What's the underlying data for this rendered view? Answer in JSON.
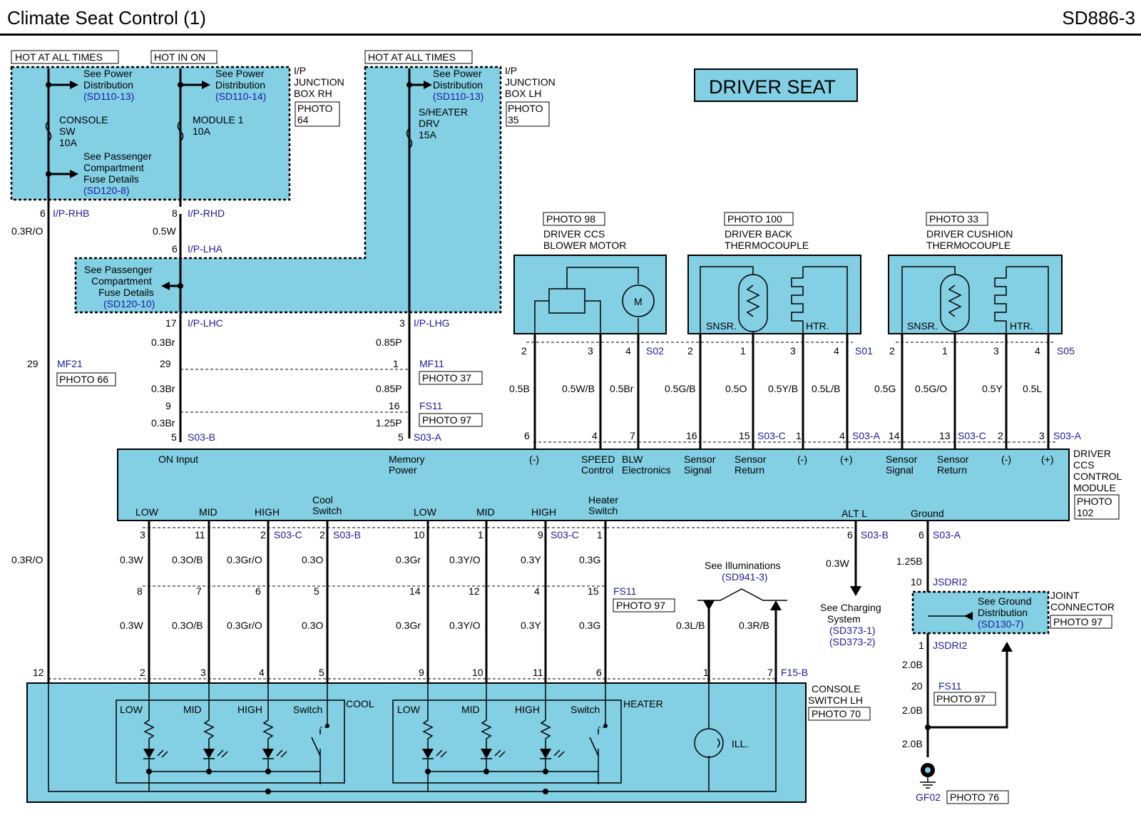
{
  "header": {
    "title": "Climate Seat Control (1)",
    "code": "SD886-3"
  },
  "banner": "DRIVER SEAT",
  "supply": {
    "hot_label_1": "HOT AT ALL TIMES",
    "hot_label_2": "HOT IN ON",
    "hot_label_3": "HOT AT ALL TIMES",
    "see_power": "See Power",
    "distribution": "Distribution",
    "ref_1": "(SD110-13)",
    "ref_2": "(SD110-14)",
    "ref_3": "(SD110-13)",
    "fuse_console": [
      "CONSOLE",
      "SW",
      "10A"
    ],
    "fuse_module": [
      "MODULE 1",
      "10A"
    ],
    "fuse_sheater": [
      "S/HEATER",
      "DRV",
      "15A"
    ],
    "see_pass_1": [
      "See Passenger",
      "Compartment",
      "Fuse Details"
    ],
    "see_pass_1_ref": "(SD120-8)",
    "see_pass_2": [
      "See Passenger",
      "Compartment",
      "Fuse Details"
    ],
    "see_pass_2_ref": "(SD120-10)",
    "jb_rh": [
      "I/P",
      "JUNCTION",
      "BOX RH"
    ],
    "jb_rh_photo": [
      "PHOTO",
      "64"
    ],
    "jb_lh": [
      "I/P",
      "JUNCTION",
      "BOX LH"
    ],
    "jb_lh_photo": [
      "PHOTO",
      "35"
    ]
  },
  "connectors": {
    "rhb": "I/P-RHB",
    "rhd": "I/P-RHD",
    "lha": "I/P-LHA",
    "lhc": "I/P-LHC",
    "lhg": "I/P-LHG",
    "mf21": "MF21",
    "mf21_photo": "PHOTO 66",
    "mf11": "MF11",
    "mf11_photo": "PHOTO 37",
    "fs11": "FS11",
    "fs11_photo": "PHOTO 97",
    "s03b": "S03-B",
    "s03a": "S03-A",
    "s03c": "S03-C",
    "s02": "S02",
    "s01": "S01",
    "s05": "S05",
    "f15b": "F15-B",
    "jsdri2": "JSDRI2"
  },
  "pins": {
    "p6": "6",
    "p8": "8",
    "p6b": "6",
    "p17": "17",
    "p3": "3",
    "p29": "29",
    "p29b": "29",
    "p1": "1",
    "p9": "9",
    "p16": "16",
    "p5": "5",
    "p5b": "5",
    "bm": [
      "2",
      "3",
      "4"
    ],
    "bt": [
      "2",
      "1",
      "3",
      "4"
    ],
    "ct": [
      "2",
      "1",
      "3",
      "4"
    ],
    "top": [
      "6",
      "4",
      "7",
      "16",
      "15",
      "1",
      "4",
      "14",
      "13",
      "2",
      "3"
    ],
    "bot_a": [
      "3",
      "11",
      "2",
      "2",
      "10",
      "1",
      "9",
      "1",
      "6",
      "6"
    ],
    "bot_b": [
      "8",
      "7",
      "6",
      "5",
      "14",
      "12",
      "4",
      "15"
    ],
    "cs": [
      "12",
      "2",
      "3",
      "4",
      "5",
      "9",
      "10",
      "11",
      "6",
      "1",
      "7"
    ],
    "j10": "10",
    "j1": "1",
    "j20": "20"
  },
  "wires": {
    "w_rhb": "0.3R/O",
    "w_rhd": "0.5W",
    "w_lhc": "0.3Br",
    "w_lhg": "0.85P",
    "w_mid1": "0.3Br",
    "w_mid2": "0.85P",
    "w_b1": "0.3Br",
    "w_b2": "1.25P",
    "motor": [
      "0.5B",
      "0.5W/B",
      "0.5Br"
    ],
    "back": [
      "0.5G/B",
      "0.5O",
      "0.5Y/B",
      "0.5L/B"
    ],
    "cush": [
      "0.5G",
      "0.5G/O",
      "0.5Y",
      "0.5L"
    ],
    "left_long": "0.3R/O",
    "row1": [
      "0.3W",
      "0.3O/B",
      "0.3Gr/O",
      "0.3O",
      "0.3Gr",
      "0.3Y/O",
      "0.3Y",
      "0.3G"
    ],
    "row2": [
      "0.3W",
      "0.3O/B",
      "0.3Gr/O",
      "0.3O",
      "0.3Gr",
      "0.3Y/O",
      "0.3Y",
      "0.3G"
    ],
    "alt": "0.3W",
    "gnd1": "1.25B",
    "gnd2": "2.0B",
    "gnd3": "2.0B",
    "gnd4": "2.0B",
    "ill1": "0.3L/B",
    "ill2": "0.3R/B"
  },
  "components": {
    "motor_photo": "PHOTO 98",
    "motor_name": [
      "DRIVER CCS",
      "BLOWER MOTOR"
    ],
    "motor_m": "M",
    "back_photo": "PHOTO 100",
    "back_name": [
      "DRIVER BACK",
      "THERMOCOUPLE"
    ],
    "cush_photo": "PHOTO 33",
    "cush_name": [
      "DRIVER CUSHION",
      "THERMOCOUPLE"
    ],
    "snsr": "SNSR.",
    "htr": "HTR."
  },
  "module": {
    "name": [
      "DRIVER",
      "CCS",
      "CONTROL",
      "MODULE"
    ],
    "photo": [
      "PHOTO",
      "102"
    ],
    "on_input": "ON Input",
    "memory_power": [
      "Memory",
      "Power"
    ],
    "minus": "(-)",
    "plus": "(+)",
    "speed": [
      "SPEED",
      "Control"
    ],
    "blw": [
      "BLW",
      "Electronics"
    ],
    "sensor_signal": [
      "Sensor",
      "Signal"
    ],
    "sensor_return": [
      "Sensor",
      "Return"
    ],
    "low": "LOW",
    "mid": "MID",
    "high": "HIGH",
    "cool_switch": [
      "Cool",
      "Switch"
    ],
    "heater_switch": [
      "Heater",
      "Switch"
    ],
    "alt_l": "ALT L",
    "ground": "Ground"
  },
  "lower": {
    "illum": "See Illuminations",
    "illum_ref": "(SD941-3)",
    "charging": [
      "See Charging",
      "System"
    ],
    "charging_refs": [
      "(SD373-1)",
      "(SD373-2)"
    ],
    "see_ground": [
      "See Ground",
      "Distribution"
    ],
    "see_ground_ref": "(SD130-7)",
    "joint": [
      "JOINT",
      "CONNECTOR"
    ],
    "joint_photo": "PHOTO 97",
    "fs11_photo": "PHOTO 97",
    "fs11_photo2": "PHOTO 97",
    "gf02": "GF02",
    "gf02_photo": "PHOTO 76"
  },
  "console": {
    "name": [
      "CONSOLE",
      "SWITCH LH"
    ],
    "photo": "PHOTO 70",
    "low": "LOW",
    "mid": "MID",
    "high": "HIGH",
    "switch": "Switch",
    "cool": "COOL",
    "heater": "HEATER",
    "ill": "ILL."
  }
}
